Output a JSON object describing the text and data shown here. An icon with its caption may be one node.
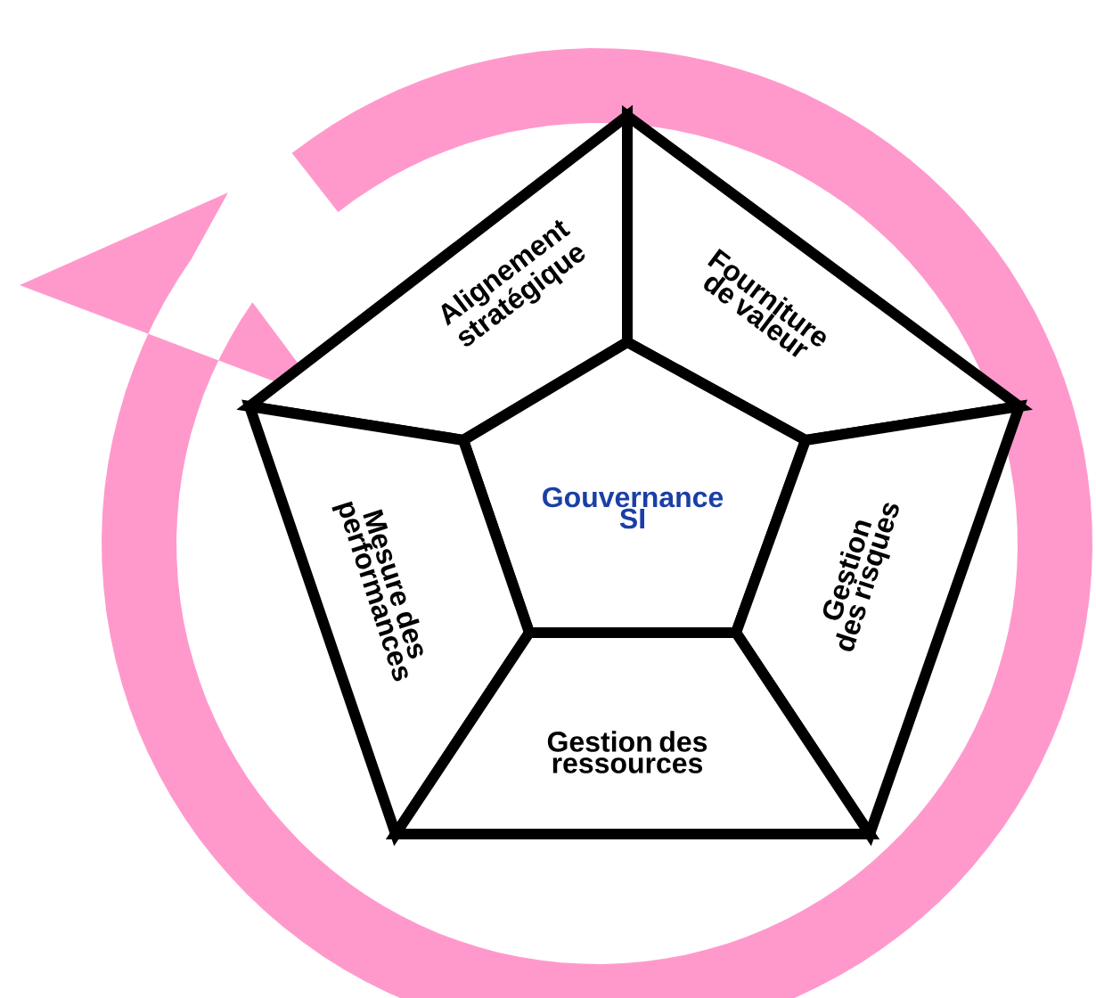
{
  "diagram": {
    "nodes": [
      {
        "text": [
          "Alignement stratégique"
        ]
      },
      {
        "text": [
          "Fourniture de valeur"
        ]
      },
      {
        "text": [
          "Gouvernance SI"
        ]
      },
      {
        "text": [
          "Mesure des performances"
        ]
      },
      {
        "text": [
          "Gestion des risques"
        ]
      },
      {
        "text": [
          "Gestion des ressources"
        ]
      }
    ]
  }
}
